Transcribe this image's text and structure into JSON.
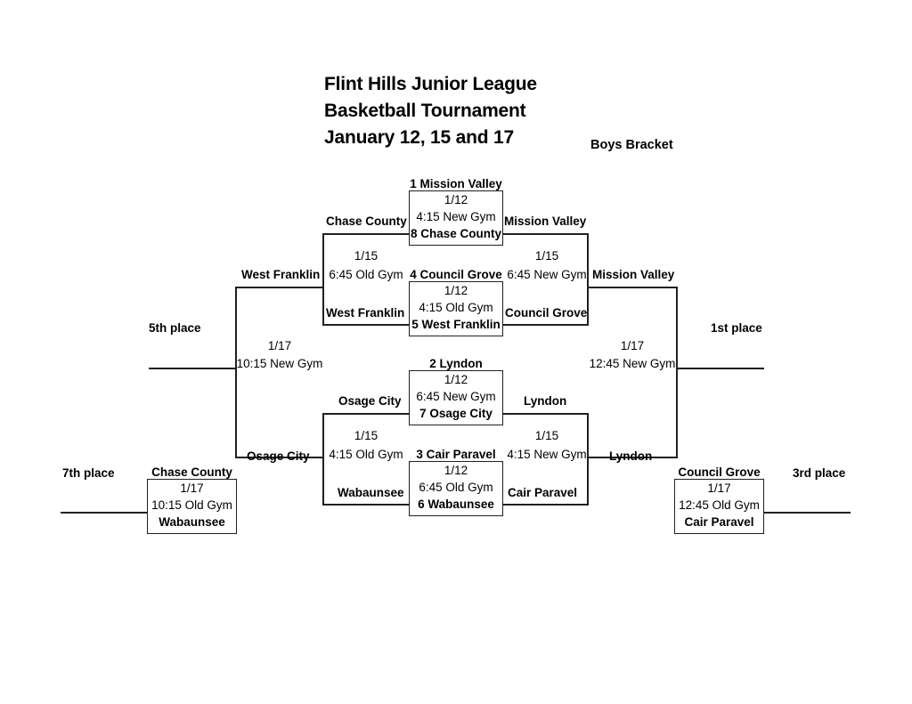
{
  "title": {
    "line1": "Flint Hills Junior League",
    "line2": "Basketball Tournament",
    "line3": "January 12, 15 and 17",
    "bracket_label": "Boys Bracket"
  },
  "round1": [
    {
      "id": "game-1-8",
      "upper_seed": "1 Mission Valley",
      "date": "1/12",
      "venue": "4:15 New Gym",
      "lower_seed": "8 Chase County"
    },
    {
      "id": "game-4-5",
      "upper_seed": "4 Council Grove",
      "date": "1/12",
      "venue": "4:15 Old Gym",
      "lower_seed": "5 West Franklin"
    },
    {
      "id": "game-2-7",
      "upper_seed": "2 Lyndon",
      "date": "1/12",
      "venue": "6:45 New Gym",
      "lower_seed": "7 Osage City"
    },
    {
      "id": "game-3-6",
      "upper_seed": "3 Cair Paravel",
      "date": "1/12",
      "venue": "6:45 Old Gym",
      "lower_seed": "6 Wabaunsee"
    }
  ],
  "semifinals": {
    "winners_upper": {
      "top_team": "Mission Valley",
      "date": "1/15",
      "venue": "6:45 New Gym",
      "bottom_team": "Council Grove",
      "advances": "Mission Valley"
    },
    "winners_lower": {
      "top_team": "Lyndon",
      "date": "1/15",
      "venue": "4:15 New Gym",
      "bottom_team": "Cair Paravel",
      "advances": "Lyndon"
    },
    "losers_upper": {
      "top_team": "Chase County",
      "date": "1/15",
      "venue": "6:45 Old Gym",
      "bottom_team": "West Franklin",
      "advances": "West Franklin"
    },
    "losers_lower": {
      "top_team": "Osage City",
      "date": "1/15",
      "venue": "4:15 Old Gym",
      "bottom_team": "Wabaunsee",
      "advances": "Osage City"
    }
  },
  "championship": {
    "top_team": "Mission Valley",
    "date": "1/17",
    "venue": "12:45 New Gym",
    "bottom_team": "Lyndon",
    "place_label": "1st place"
  },
  "fifth_place": {
    "top_team": "West Franklin",
    "date": "1/17",
    "venue": "10:15 New Gym",
    "bottom_team": "Osage City",
    "place_label": "5th place"
  },
  "third_place": {
    "upper_seed": "Council Grove",
    "date": "1/17",
    "venue": "12:45 Old Gym",
    "lower_seed": "Cair Paravel",
    "place_label": "3rd place"
  },
  "seventh_place": {
    "upper_seed": "Chase County",
    "date": "1/17",
    "venue": "10:15 Old Gym",
    "lower_seed": "Wabaunsee",
    "place_label": "7th place"
  },
  "colors": {
    "line": "#231f20",
    "text": "#000000",
    "background": "#ffffff"
  }
}
